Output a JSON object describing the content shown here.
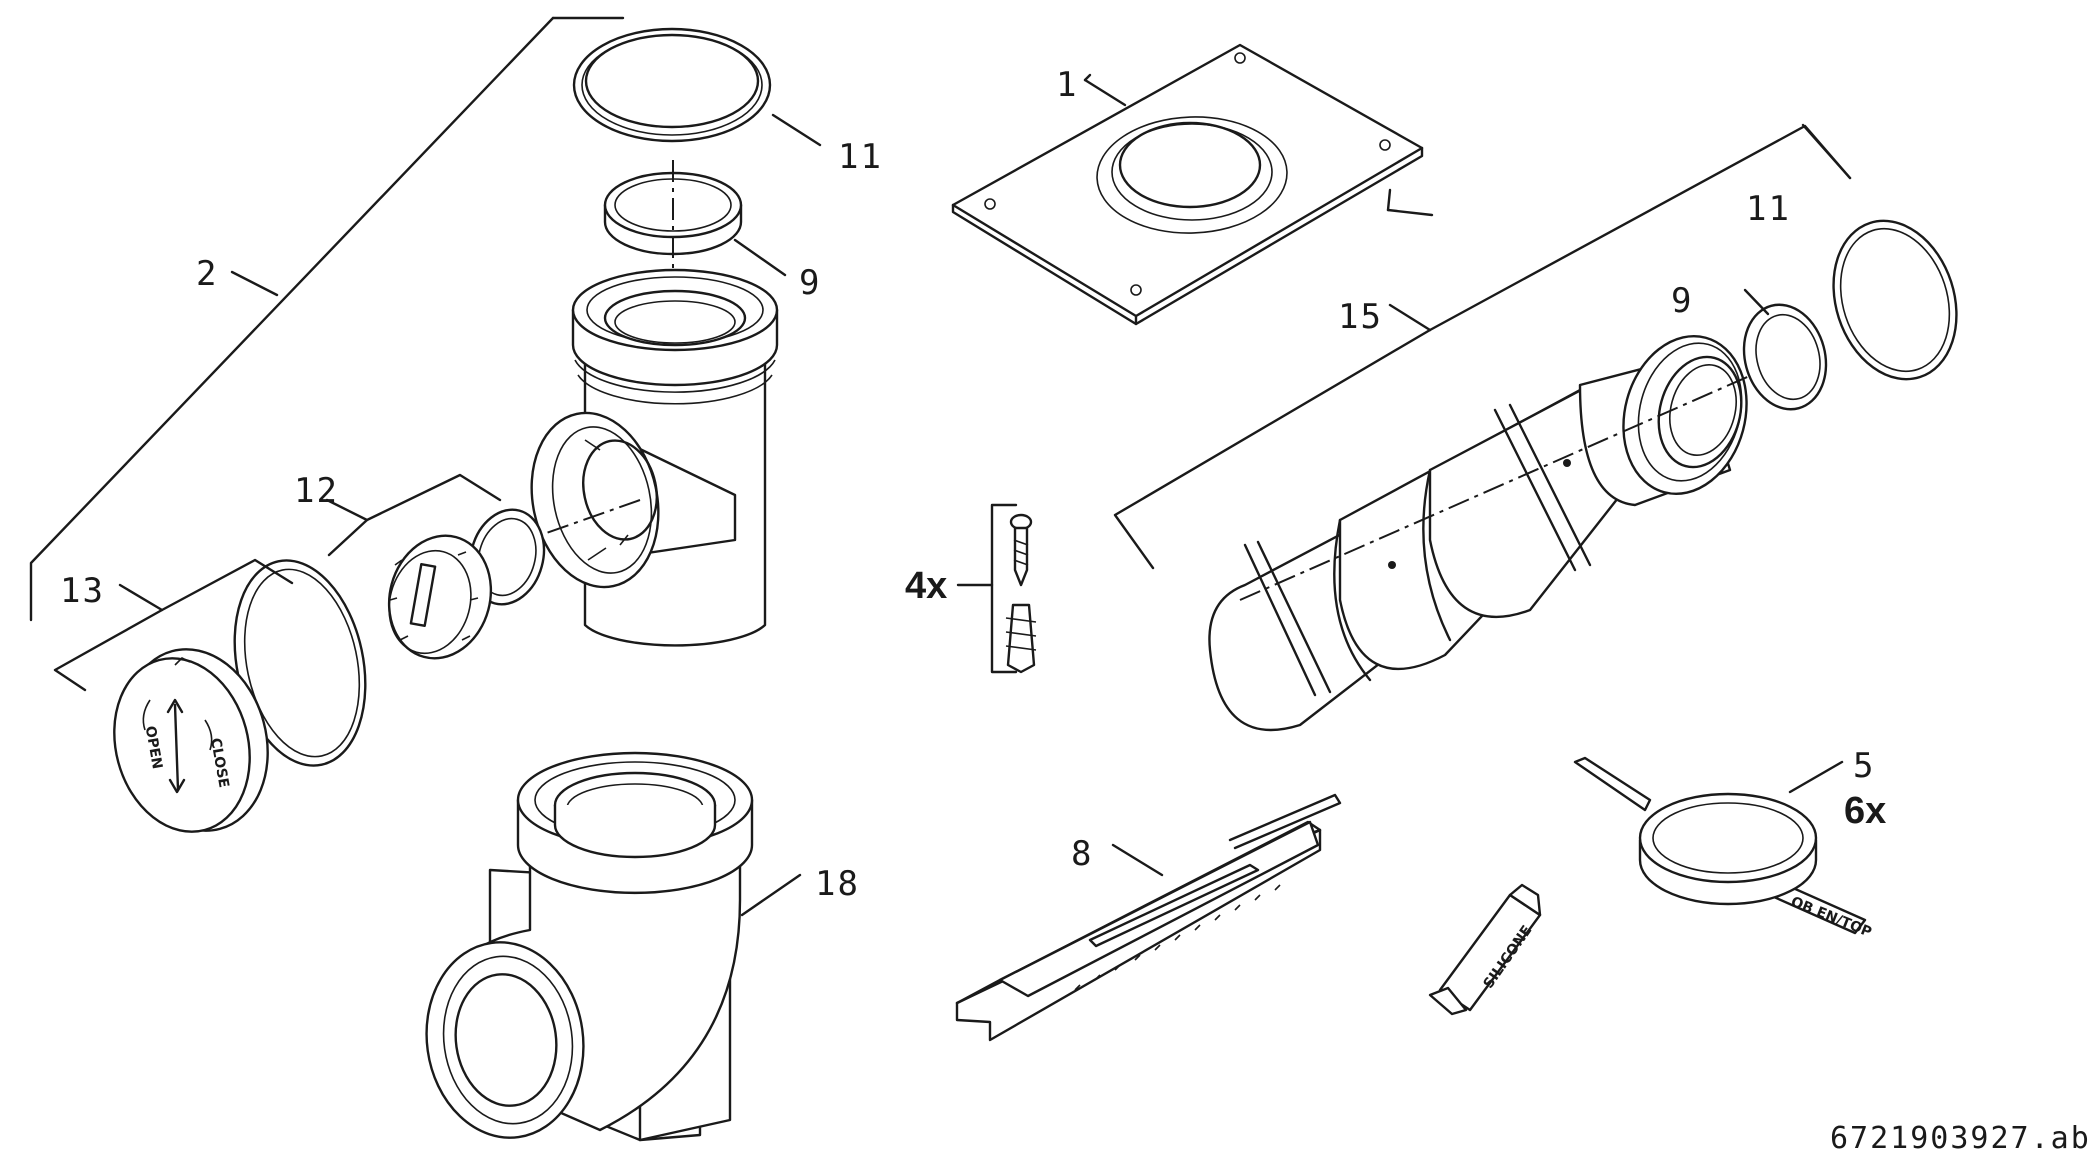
{
  "labels": {
    "p1": "1",
    "p2": "2",
    "p5": "5",
    "p8": "8",
    "p9_left": "9",
    "p9_right": "9",
    "p11_left": "11",
    "p11_right": "11",
    "p12": "12",
    "p13": "13",
    "p15": "15",
    "p18": "18"
  },
  "quantities": {
    "screws": "4x",
    "spacers": "6x"
  },
  "part_text": {
    "tube": "SILICONE",
    "cap_open": "OPEN",
    "cap_close": "CLOSE",
    "spacer_top": "OB EN/TOP"
  },
  "drawing_id": "6721903927.ab",
  "colors": {
    "line": "#1a1a1a",
    "background": "#ffffff"
  }
}
